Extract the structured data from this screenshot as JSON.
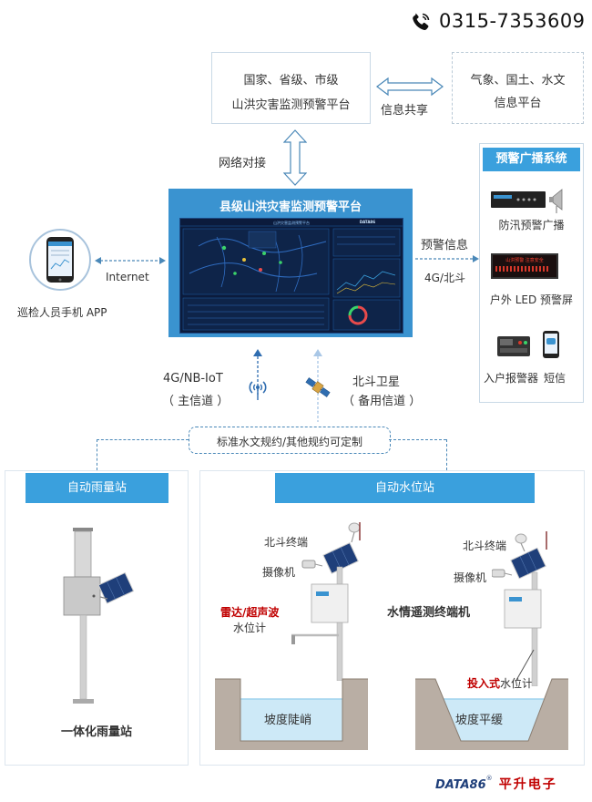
{
  "contact": {
    "phone": "0315-7353609",
    "icon": "phone-icon"
  },
  "top": {
    "national_line1": "国家、省级、市级",
    "national_line2": "山洪灾害监测预警平台",
    "share_label": "信息共享",
    "weather_line1": "气象、国土、水文",
    "weather_line2": "信息平台",
    "network_label": "网络对接"
  },
  "platform": {
    "title": "县级山洪灾害监测预警平台",
    "screen_title": "山洪灾害监测预警平台",
    "screen_brand": "DATA86"
  },
  "left": {
    "internet_label": "Internet",
    "app_caption": "巡检人员手机 APP"
  },
  "right": {
    "warning_label": "预警信息",
    "network_label": "4G/北斗",
    "system_title": "预警广播系统",
    "item1": "防汛预警广播",
    "item2": "户外 LED 预警屏",
    "item3a": "入户报警器",
    "item3b": "短信",
    "led_text": "山洪预警 注意安全"
  },
  "channels": {
    "main_label": "4G/NB-IoT",
    "main_sub": "（ 主信道 ）",
    "backup_label": "北斗卫星",
    "backup_sub": "（ 备用信道 ）",
    "protocol": "标准水文规约/其他规约可定制"
  },
  "rain_station": {
    "header": "自动雨量站",
    "caption": "一体化雨量站"
  },
  "water_station": {
    "header": "自动水位站",
    "beidou_left": "北斗终端",
    "camera_left": "摄像机",
    "radar_red": "雷达/超声波",
    "radar_black": "水位计",
    "slope_left": "坡度陡峭",
    "beidou_right": "北斗终端",
    "camera_right": "摄像机",
    "terminal_label": "水情遥测终端机",
    "input_red": "投入式",
    "input_black": "水位计",
    "slope_right": "坡度平缓"
  },
  "brand": {
    "logo": "DATA86",
    "reg": "®",
    "cn": "平升电子"
  },
  "colors": {
    "accent": "#3aa0dd",
    "red": "#c00000",
    "navy": "#1f3f7a"
  }
}
